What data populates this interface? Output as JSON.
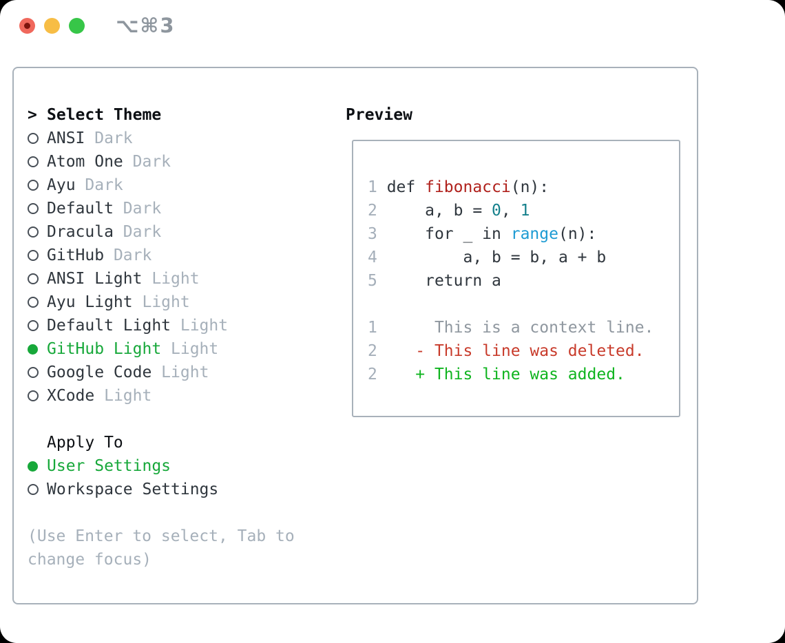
{
  "window": {
    "title": "⌥⌘3",
    "traffic_lights": [
      "close",
      "minimize",
      "zoom"
    ]
  },
  "theme_picker": {
    "header_marker": ">",
    "header": "Select Theme",
    "items": [
      {
        "name": "ANSI",
        "variant": "Dark",
        "selected": false
      },
      {
        "name": "Atom One",
        "variant": "Dark",
        "selected": false
      },
      {
        "name": "Ayu",
        "variant": "Dark",
        "selected": false
      },
      {
        "name": "Default",
        "variant": "Dark",
        "selected": false
      },
      {
        "name": "Dracula",
        "variant": "Dark",
        "selected": false
      },
      {
        "name": "GitHub",
        "variant": "Dark",
        "selected": false
      },
      {
        "name": "ANSI Light",
        "variant": "Light",
        "selected": false
      },
      {
        "name": "Ayu Light",
        "variant": "Light",
        "selected": false
      },
      {
        "name": "Default Light",
        "variant": "Light",
        "selected": false
      },
      {
        "name": "GitHub Light",
        "variant": "Light",
        "selected": true
      },
      {
        "name": "Google Code",
        "variant": "Light",
        "selected": false
      },
      {
        "name": "XCode",
        "variant": "Light",
        "selected": false
      }
    ],
    "apply_to": {
      "header": "Apply To",
      "options": [
        {
          "label": "User Settings",
          "selected": true
        },
        {
          "label": "Workspace Settings",
          "selected": false
        }
      ]
    },
    "hint": "(Use Enter to select, Tab to change focus)"
  },
  "preview": {
    "header": "Preview",
    "code_lines": [
      {
        "segments": [
          {
            "t": "1 ",
            "c": "ln"
          },
          {
            "t": "def ",
            "c": "fg"
          },
          {
            "t": "fibonacci",
            "c": "fn"
          },
          {
            "t": "(n):",
            "c": "fg"
          }
        ]
      },
      {
        "segments": [
          {
            "t": "2 ",
            "c": "ln"
          },
          {
            "t": "    a, b = ",
            "c": "fg"
          },
          {
            "t": "0",
            "c": "num"
          },
          {
            "t": ", ",
            "c": "fg"
          },
          {
            "t": "1",
            "c": "num"
          }
        ]
      },
      {
        "segments": [
          {
            "t": "3 ",
            "c": "ln"
          },
          {
            "t": "    for _ in ",
            "c": "fg"
          },
          {
            "t": "range",
            "c": "call"
          },
          {
            "t": "(n):",
            "c": "fg"
          }
        ]
      },
      {
        "segments": [
          {
            "t": "4 ",
            "c": "ln"
          },
          {
            "t": "        a, b = b, a + b",
            "c": "fg"
          }
        ]
      },
      {
        "segments": [
          {
            "t": "5 ",
            "c": "ln"
          },
          {
            "t": "    return a",
            "c": "fg"
          }
        ]
      },
      {
        "segments": []
      },
      {
        "segments": [
          {
            "t": "1 ",
            "c": "ln"
          },
          {
            "t": "     This is a context line.",
            "c": "ctx"
          }
        ]
      },
      {
        "segments": [
          {
            "t": "2 ",
            "c": "ln"
          },
          {
            "t": "   - This line was deleted.",
            "c": "del"
          }
        ]
      },
      {
        "segments": [
          {
            "t": "2 ",
            "c": "ln"
          },
          {
            "t": "   + This line was added.",
            "c": "add"
          }
        ]
      }
    ]
  },
  "colors": {
    "text-dark": "#2f363d",
    "text-black": "#0d1014",
    "muted": "#a6b0ba",
    "accent-green": "#17a83a",
    "added-green": "#0fb41f",
    "deleted-red": "#c83b2b",
    "function-red": "#b0211c",
    "number-teal": "#15808c",
    "call-blue": "#1d9bd3",
    "line-number": "#a4aeb9",
    "context-gray": "#8f979f",
    "border-gray": "#a8b1ba",
    "traffic-red": "#f0685c",
    "traffic-red-dot": "#7d130c",
    "traffic-yellow": "#f7bd45",
    "traffic-green": "#37c648",
    "title-gray": "#8e969e"
  }
}
